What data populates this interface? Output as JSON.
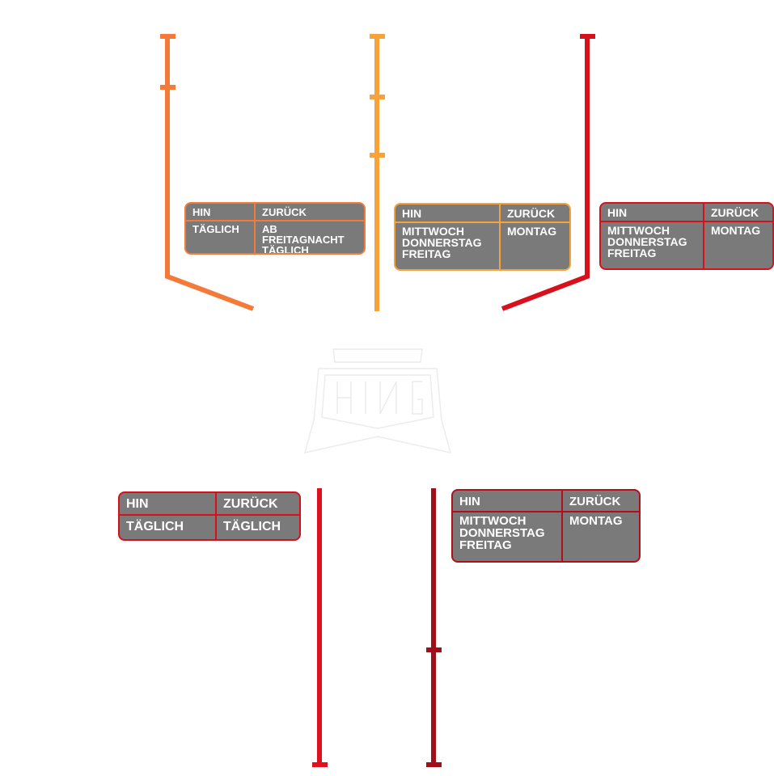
{
  "colors": {
    "line_orange": "#f47a3a",
    "line_light_orange": "#f5a33a",
    "line_red": "#d8101c",
    "line_bright_red": "#e0101c",
    "line_dark_red": "#a0101a",
    "box_fill": "#7a7a7a",
    "text": "#ffffff"
  },
  "schedules": [
    {
      "id": "box-a",
      "header": {
        "out": "HIN",
        "ret": "ZURÜCK"
      },
      "row": {
        "out": "TÄGLICH",
        "ret": "AB FREITAGNACHT\nTÄGLICH"
      }
    },
    {
      "id": "box-b",
      "header": {
        "out": "HIN",
        "ret": "ZURÜCK"
      },
      "row": {
        "out": "MITTWOCH\nDONNERSTAG\nFREITAG",
        "ret": "MONTAG"
      }
    },
    {
      "id": "box-c",
      "header": {
        "out": "HIN",
        "ret": "ZURÜCK"
      },
      "row": {
        "out": "MITTWOCH\nDONNERSTAG\nFREITAG",
        "ret": "MONTAG"
      }
    },
    {
      "id": "box-d",
      "header": {
        "out": "HIN",
        "ret": "ZURÜCK"
      },
      "row": {
        "out": "TÄGLICH",
        "ret": "TÄGLICH"
      }
    },
    {
      "id": "box-e",
      "header": {
        "out": "HIN",
        "ret": "ZURÜCK"
      },
      "row": {
        "out": "MITTWOCH\nDONNERSTAG\nFREITAG",
        "ret": "MONTAG"
      }
    }
  ]
}
